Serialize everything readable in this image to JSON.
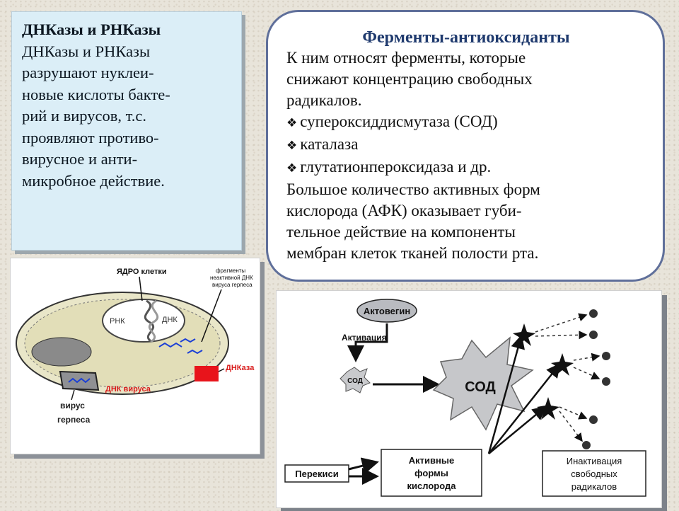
{
  "left_panel": {
    "title": "ДНКазы и РНКазы",
    "lines": [
      "ДНКазы и РНКазы",
      "разрушают нуклеи-",
      "новые кислоты бакте-",
      "рий и вирусов, т.с.",
      "проявляют противо-",
      "вирусное и анти-",
      "микробное действие."
    ]
  },
  "right_panel": {
    "heading": "Ферменты-антиоксиданты",
    "intro": [
      "К ним относят ферменты, которые",
      "снижают концентрацию свободных",
      "радикалов."
    ],
    "bullets": [
      "супероксиддисмутаза (СОД)",
      "каталаза",
      "глутатионпероксидаза и др."
    ],
    "outro": [
      "Большое количество активных форм",
      "кислорода (АФК) оказывает губи-",
      "тельное действие на компоненты",
      "мембран клеток тканей полости рта."
    ],
    "bullet_icon": "four-diamond-bullet"
  },
  "figure_cell": {
    "nucleus_label": "ЯДРО клетки",
    "fragments_label": [
      "фрагменты",
      "неактивной ДНК",
      "вируса герпеса"
    ],
    "rnk": "РНК",
    "dnk": "ДНК",
    "dnase": "ДНКаза",
    "virus_dna": "ДНК вируса",
    "herpes": [
      "вирус",
      "герпеса"
    ],
    "colors": {
      "enzyme": "#e8141b",
      "label_red": "#d81a1a",
      "dna_blue": "#1b3fd6"
    }
  },
  "figure_sod": {
    "actovegin": "Актовегин",
    "activation": "Активация",
    "sod_small": "СОД",
    "sod_big": "СОД",
    "peroxides": "Перекиси",
    "ros": [
      "Активные",
      "формы",
      "кислорода"
    ],
    "inactivation": [
      "Инактивация",
      "свободных",
      "радикалов"
    ]
  }
}
